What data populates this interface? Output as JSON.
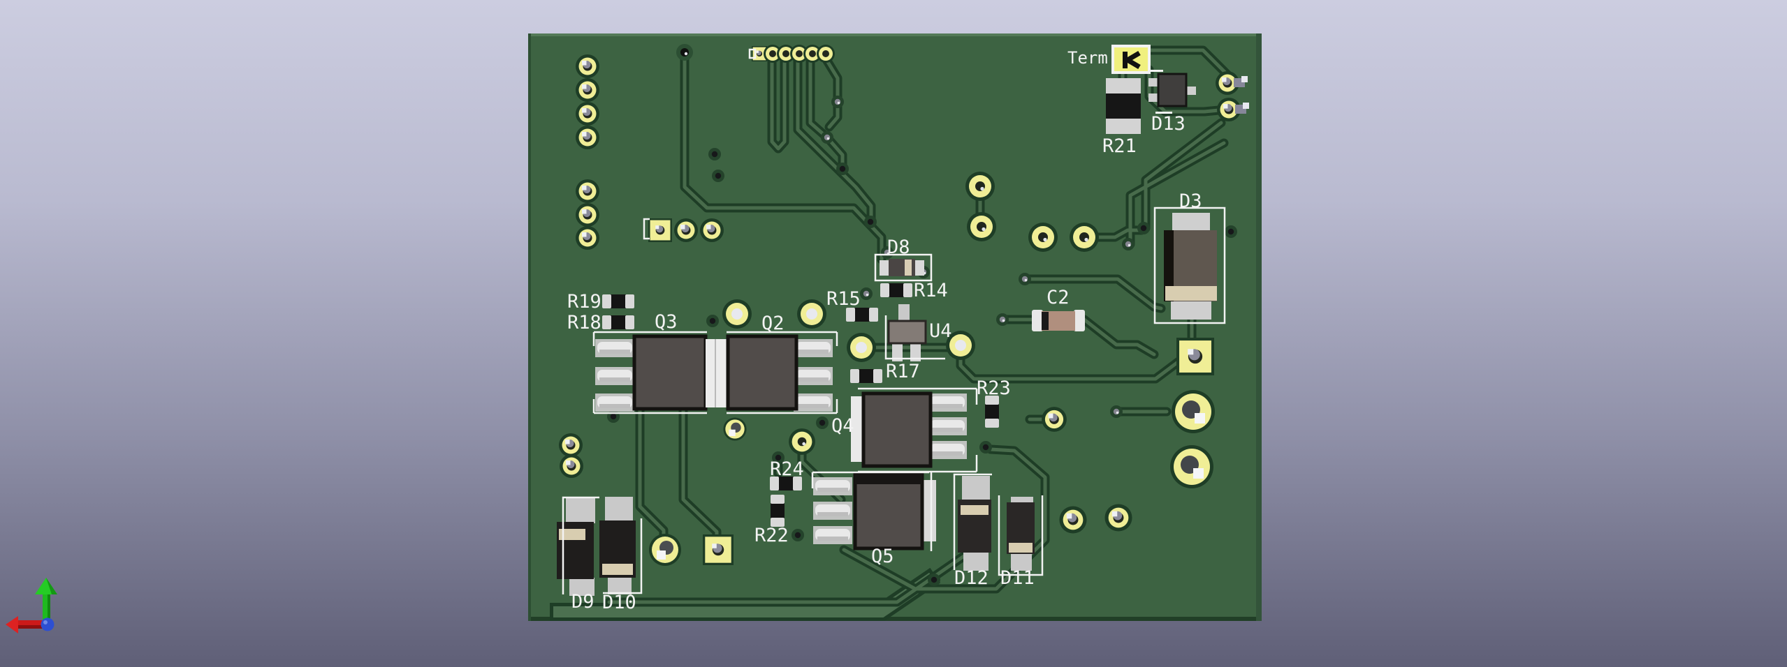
{
  "scene": {
    "type": "pcb-3d-viewer",
    "background_top": "#cccde0",
    "background_bottom": "#5f5f77"
  },
  "board": {
    "solder_mask_color": "#3d6342",
    "silkscreen_color": "#f3f3f3",
    "pad_color": "#f0ee96"
  },
  "silkscreen": {
    "term": "Term",
    "r21": "R21",
    "d13": "D13",
    "d3": "D3",
    "c2": "C2",
    "d8": "D8",
    "r14": "R14",
    "r15": "R15",
    "u4": "U4",
    "r17": "R17",
    "r23": "R23",
    "q3": "Q3",
    "q2": "Q2",
    "q4": "Q4",
    "q5": "Q5",
    "r18": "R18",
    "r19": "R19",
    "r24": "R24",
    "r22": "R22",
    "d9": "D9",
    "d10": "D10",
    "d12": "D12",
    "d11": "D11"
  },
  "axis_indicator": {
    "x_axis_color": "#cc2020",
    "y_axis_color": "#28b828",
    "origin_color": "#2d4fd2"
  }
}
